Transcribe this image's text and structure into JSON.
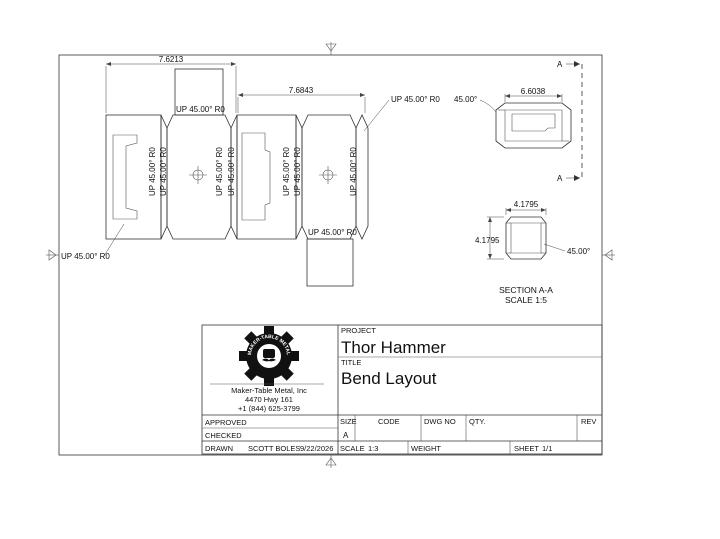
{
  "drawing": {
    "dims": {
      "d1": "7.6213",
      "d2": "7.6843",
      "d3": "6.6038",
      "d4": "4.1795",
      "d5": "4.1795"
    },
    "angle": "45.00°",
    "bend_note": "UP 45.00° R0",
    "section_marker": "A",
    "section_title": "SECTION A-A",
    "section_scale": "SCALE 1:5"
  },
  "title_block": {
    "company": {
      "logo_ring_text": "MAKER-TABLE METAL",
      "name": "Maker-Table Metal, Inc",
      "address": "4470 Hwy 161",
      "phone": "+1 (844) 625-3799"
    },
    "project_label": "PROJECT",
    "project": "Thor Hammer",
    "title_label": "TITLE",
    "title": "Bend Layout",
    "approved_label": "APPROVED",
    "checked_label": "CHECKED",
    "drawn_label": "DRAWN",
    "drawn_by": "SCOTT BOLES",
    "drawn_date": "9/22/2026",
    "size_label": "SIZE",
    "size": "A",
    "code_label": "CODE",
    "dwg_label": "DWG NO",
    "qty_label": "QTY.",
    "rev_label": "REV",
    "scale_label": "SCALE",
    "scale": "1:3",
    "weight_label": "WEIGHT",
    "sheet_label": "SHEET",
    "sheet": "1/1"
  }
}
